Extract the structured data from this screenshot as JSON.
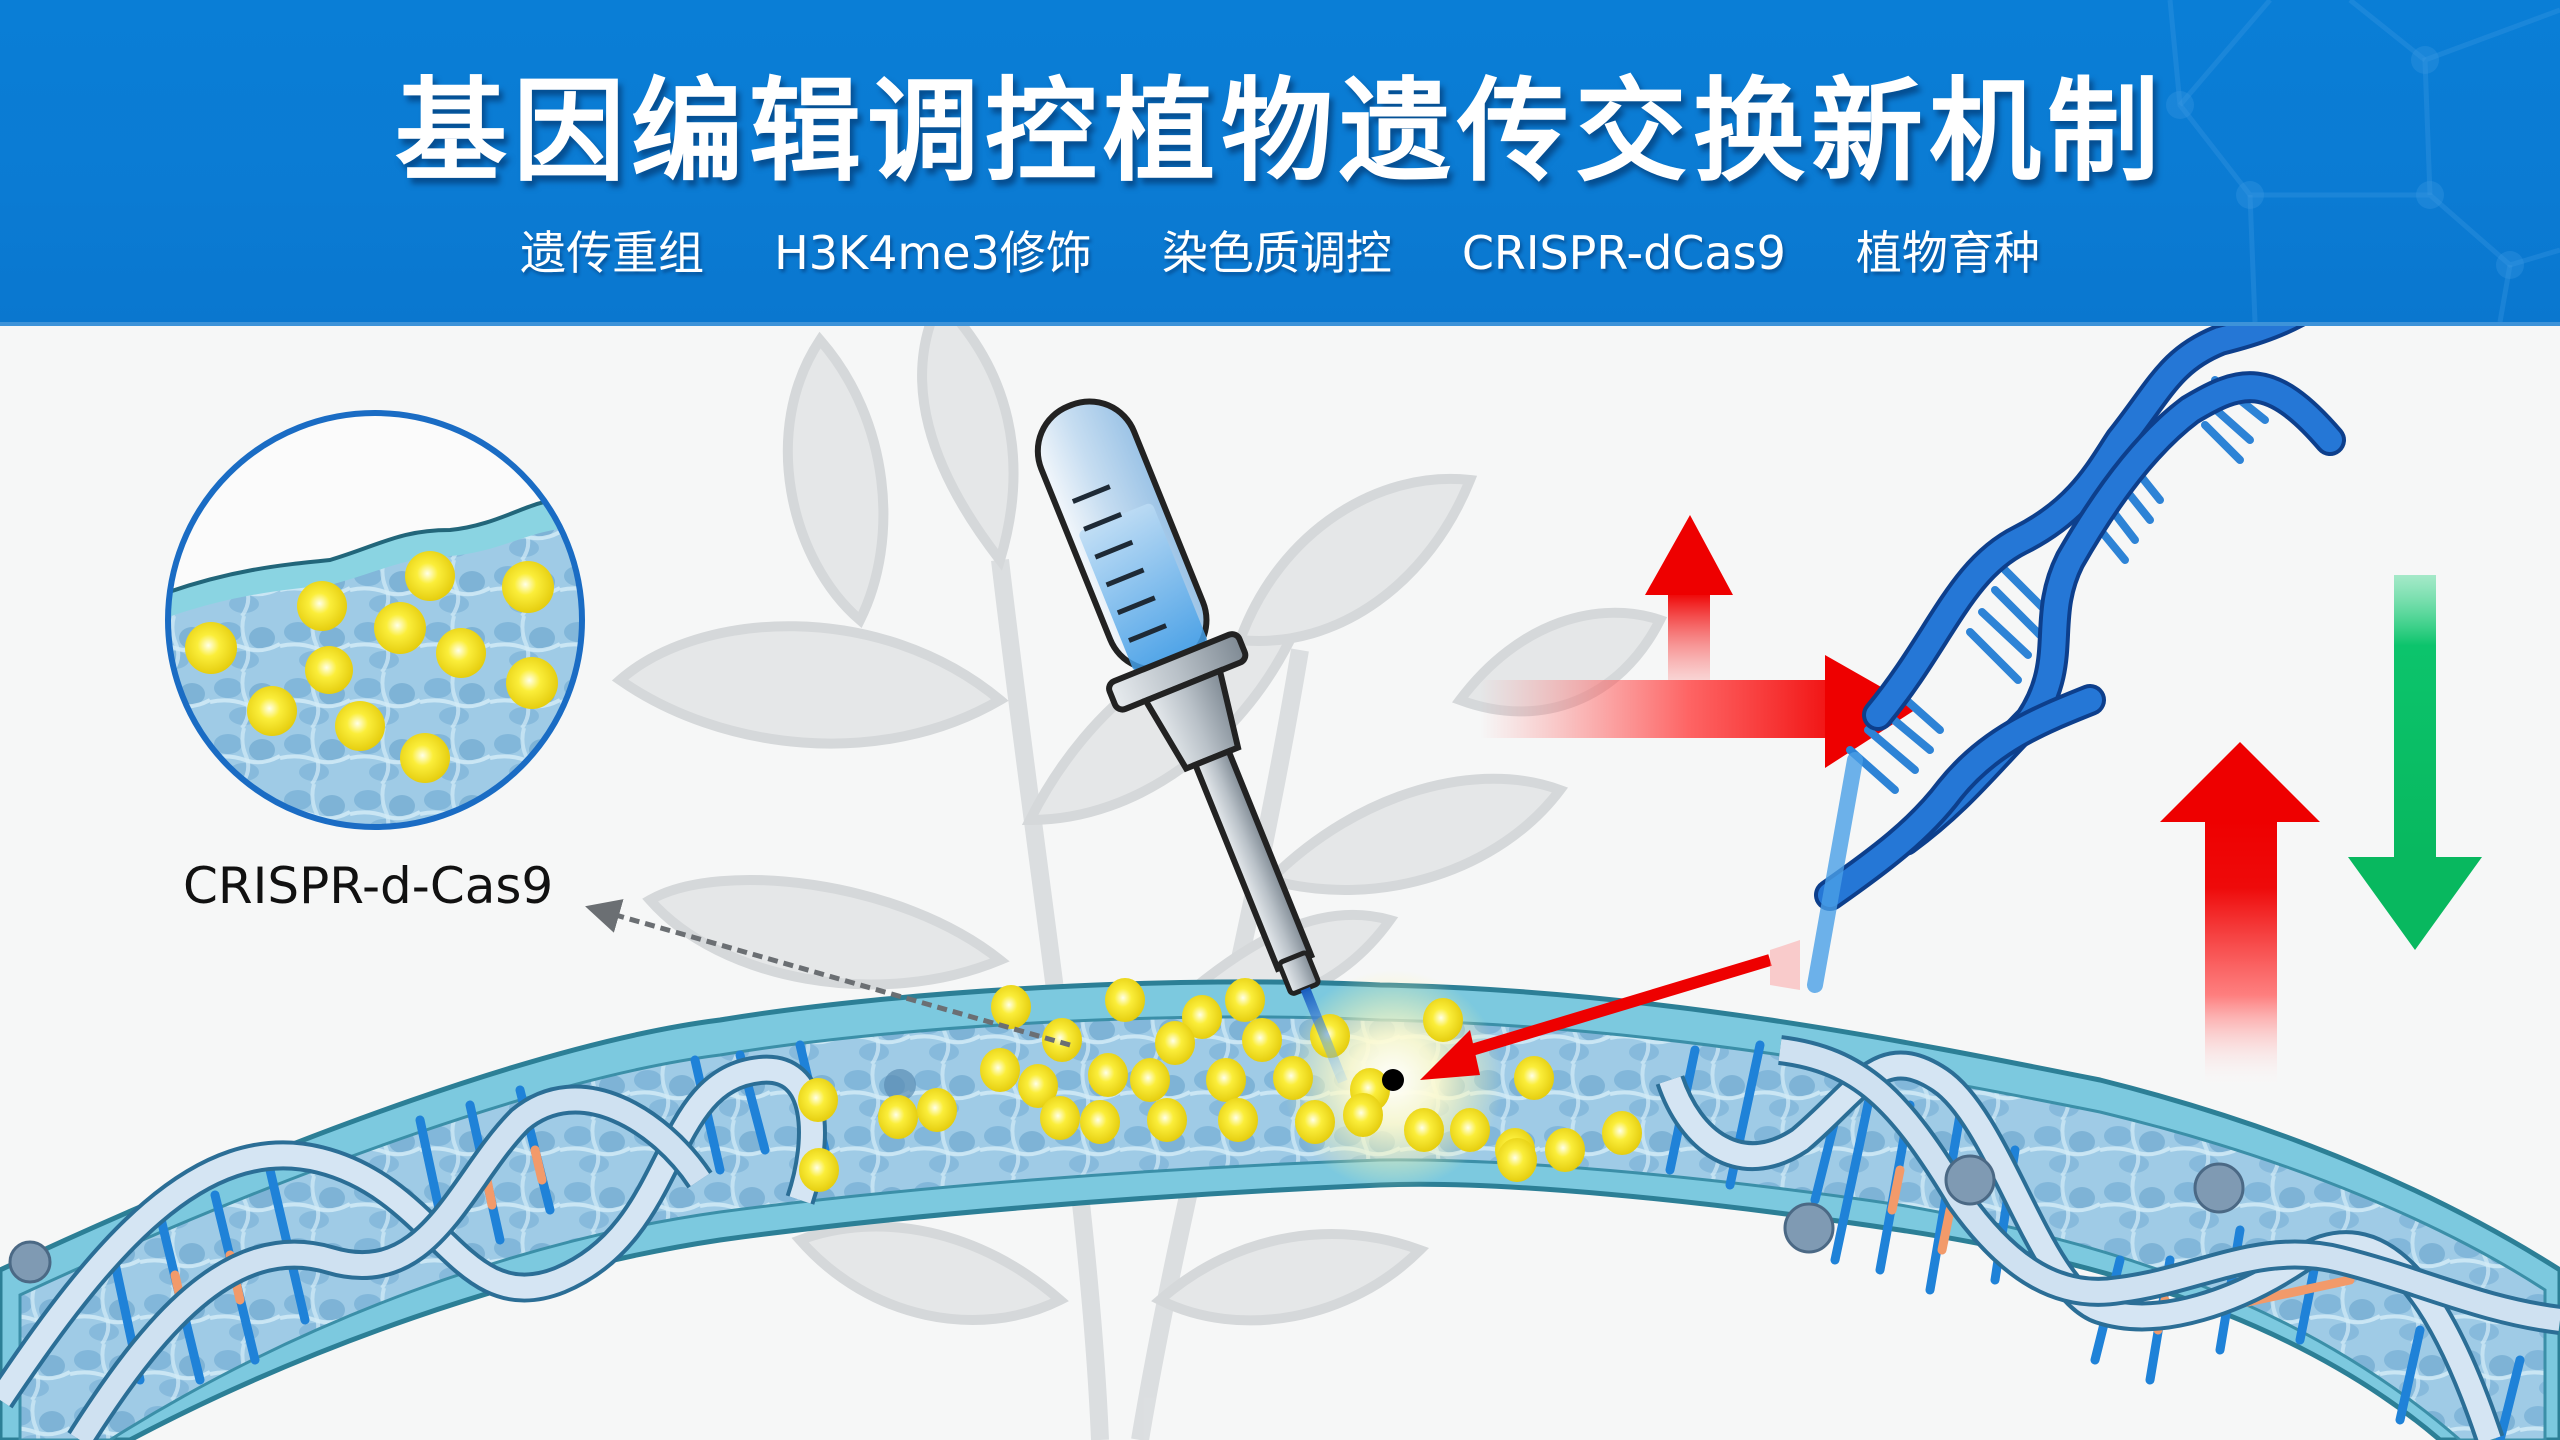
{
  "header": {
    "title": "基因编辑调控植物遗传交换新机制",
    "tags": [
      "遗传重组",
      "H3K4me3修饰",
      "染色质调控",
      "CRISPR-dCas9",
      "植物育种"
    ],
    "background_color": "#0a7ed6"
  },
  "illustration": {
    "callout_label": "CRISPR-d-Cas9",
    "elements": [
      "plant-silhouette-background",
      "magnified-tissue-callout-circle",
      "syringe",
      "curved-tissue-band-with-dna",
      "yellow-particles",
      "injection-point",
      "red-pointer-arrow",
      "red-up-right-arrow",
      "blue-dna-helix",
      "red-up-arrow",
      "green-down-arrow"
    ],
    "colors": {
      "tissue": "#8fd3e6",
      "tissue_inner": "#a9d4ec",
      "particle": "#f3e21a",
      "dna_helix": "#1f6fd1",
      "arrow_red": "#ee0000",
      "arrow_green": "#0cbf65",
      "callout_border": "#1a6cc4"
    }
  }
}
